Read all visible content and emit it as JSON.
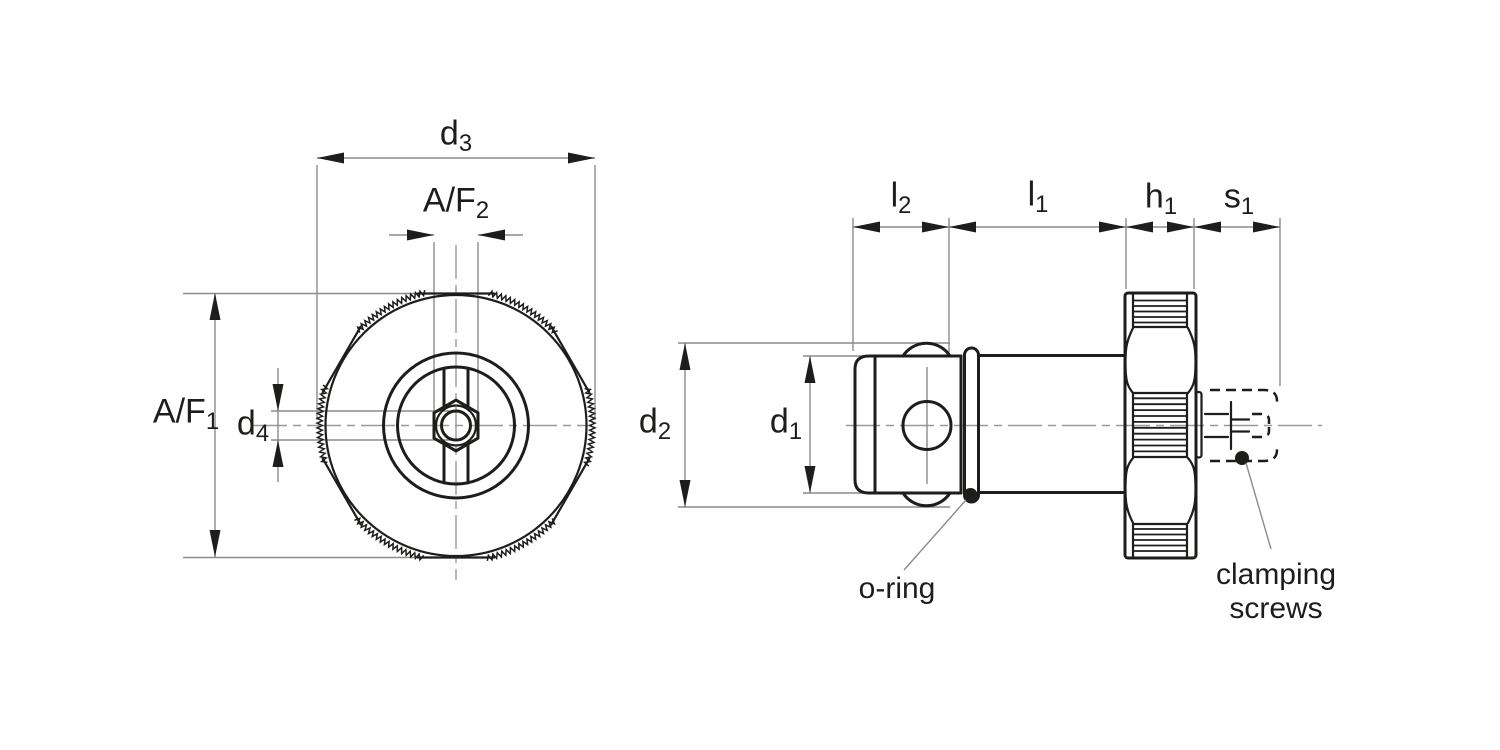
{
  "front_view": {
    "dimension_labels": {
      "d3": {
        "base": "d",
        "sub": "3"
      },
      "af2": {
        "base": "A/F",
        "sub": "2"
      },
      "af1": {
        "base": "A/F",
        "sub": "1"
      },
      "d4": {
        "base": "d",
        "sub": "4"
      }
    }
  },
  "side_view": {
    "dimension_labels": {
      "l2": {
        "base": "l",
        "sub": "2"
      },
      "l1": {
        "base": "l",
        "sub": "1"
      },
      "h1": {
        "base": "h",
        "sub": "1"
      },
      "s1": {
        "base": "s",
        "sub": "1"
      },
      "d2": {
        "base": "d",
        "sub": "2"
      },
      "d1": {
        "base": "d",
        "sub": "1"
      }
    },
    "annotations": {
      "o_ring": "o-ring",
      "clamping_screws_line1": "clamping",
      "clamping_screws_line2": "screws"
    }
  },
  "colors": {
    "outline": "#1d1d1b",
    "thin_line": "#8c8c8c",
    "background": "#ffffff"
  }
}
